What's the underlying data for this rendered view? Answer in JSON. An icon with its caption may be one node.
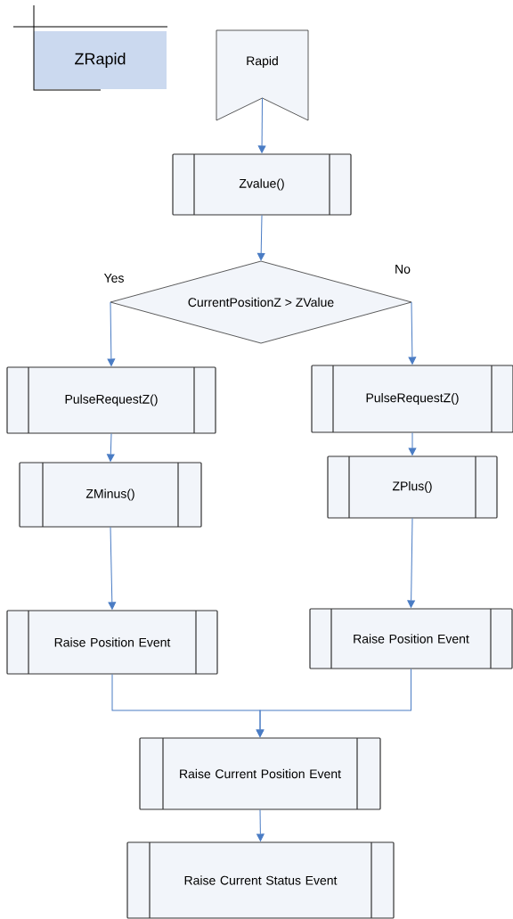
{
  "diagram": {
    "nodes": [
      {
        "text": [
          "ZRapid"
        ]
      },
      {
        "text": [
          "Rapid"
        ]
      },
      {
        "text": [
          "Zvalue()"
        ]
      },
      {
        "text": [
          "CurrentPositionZ > ZValue"
        ]
      },
      {
        "text": [
          "PulseRequestZ()"
        ]
      },
      {
        "text": [
          "PulseRequestZ()"
        ]
      },
      {
        "text": [
          "ZMinus()"
        ]
      },
      {
        "text": [
          "ZPlus()"
        ]
      },
      {
        "text": [
          "Raise Position Event"
        ]
      },
      {
        "text": [
          "Raise Position Event"
        ]
      },
      {
        "text": [
          "Raise Current Position Event"
        ]
      },
      {
        "text": [
          "Raise Current Status Event"
        ]
      }
    ],
    "edges": [
      {
        "from": 1,
        "to": 2,
        "arrow": "to"
      },
      {
        "from": 2,
        "to": 3,
        "arrow": "to"
      },
      {
        "from": 3,
        "to": 4,
        "arrow": "to",
        "label": "Yes"
      },
      {
        "from": 3,
        "to": 5,
        "arrow": "to",
        "label": "No"
      },
      {
        "from": 4,
        "to": 6,
        "arrow": "to"
      },
      {
        "from": 5,
        "to": 7,
        "arrow": "to"
      },
      {
        "from": 6,
        "to": 8,
        "arrow": "to"
      },
      {
        "from": 7,
        "to": 9,
        "arrow": "to"
      },
      {
        "from": 8,
        "to": 10,
        "arrow": "to"
      },
      {
        "from": 9,
        "to": 10,
        "arrow": "to"
      },
      {
        "from": 10,
        "to": 11,
        "arrow": "to"
      }
    ]
  }
}
